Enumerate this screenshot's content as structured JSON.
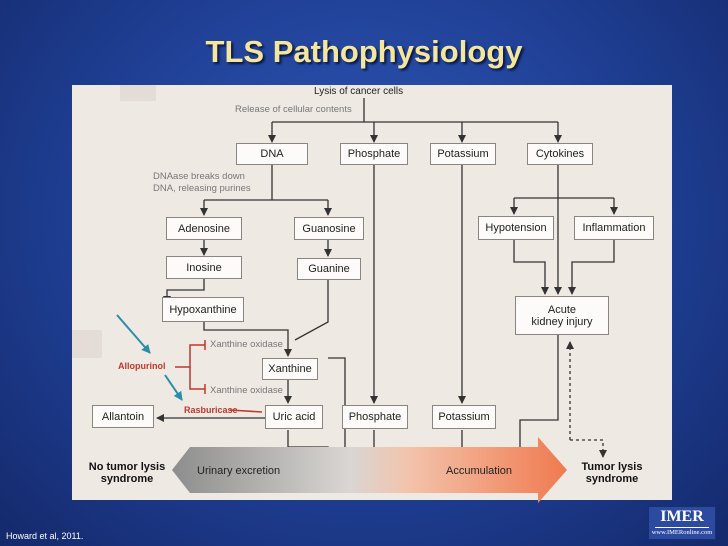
{
  "slide": {
    "title": "TLS Pathophysiology",
    "citation": "Howard et al, 2011.",
    "logo_text": "IMER",
    "logo_subtext": "www.IMERonline.com"
  },
  "diagram": {
    "top_label": "Lysis of cancer cells",
    "release_note": "Release of cellular contents",
    "dnaase_note_line1": "DNAase breaks down",
    "dnaase_note_line2": "DNA, releasing purines",
    "boxes": {
      "dna": "DNA",
      "phosphate_top": "Phosphate",
      "potassium_top": "Potassium",
      "cytokines": "Cytokines",
      "adenosine": "Adenosine",
      "guanosine": "Guanosine",
      "hypotension": "Hypotension",
      "inflammation": "Inflammation",
      "inosine": "Inosine",
      "guanine": "Guanine",
      "hypoxanthine": "Hypoxanthine",
      "aki_line1": "Acute",
      "aki_line2": "kidney injury",
      "xanthine": "Xanthine",
      "allantoin": "Allantoin",
      "uric_acid": "Uric acid",
      "phosphate_bottom": "Phosphate",
      "potassium_bottom": "Potassium"
    },
    "enzyme_note_1": "Xanthine oxidase",
    "enzyme_note_2": "Xanthine oxidase",
    "drug_allopurinol": "Allopurinol",
    "drug_rasburicase": "Rasburicase",
    "outcome_left_line1": "No tumor lysis",
    "outcome_left_line2": "syndrome",
    "outcome_right_line1": "Tumor lysis",
    "outcome_right_line2": "syndrome",
    "bar_left_label": "Urinary excretion",
    "bar_right_label": "Accumulation",
    "colors": {
      "panel": "#efe9e4",
      "line": "#333333",
      "inhibitor": "#c0392b",
      "teal_arrow": "#2a8fa6",
      "bar_left": "#8d8d8d",
      "bar_right": "#f07a4f"
    }
  }
}
